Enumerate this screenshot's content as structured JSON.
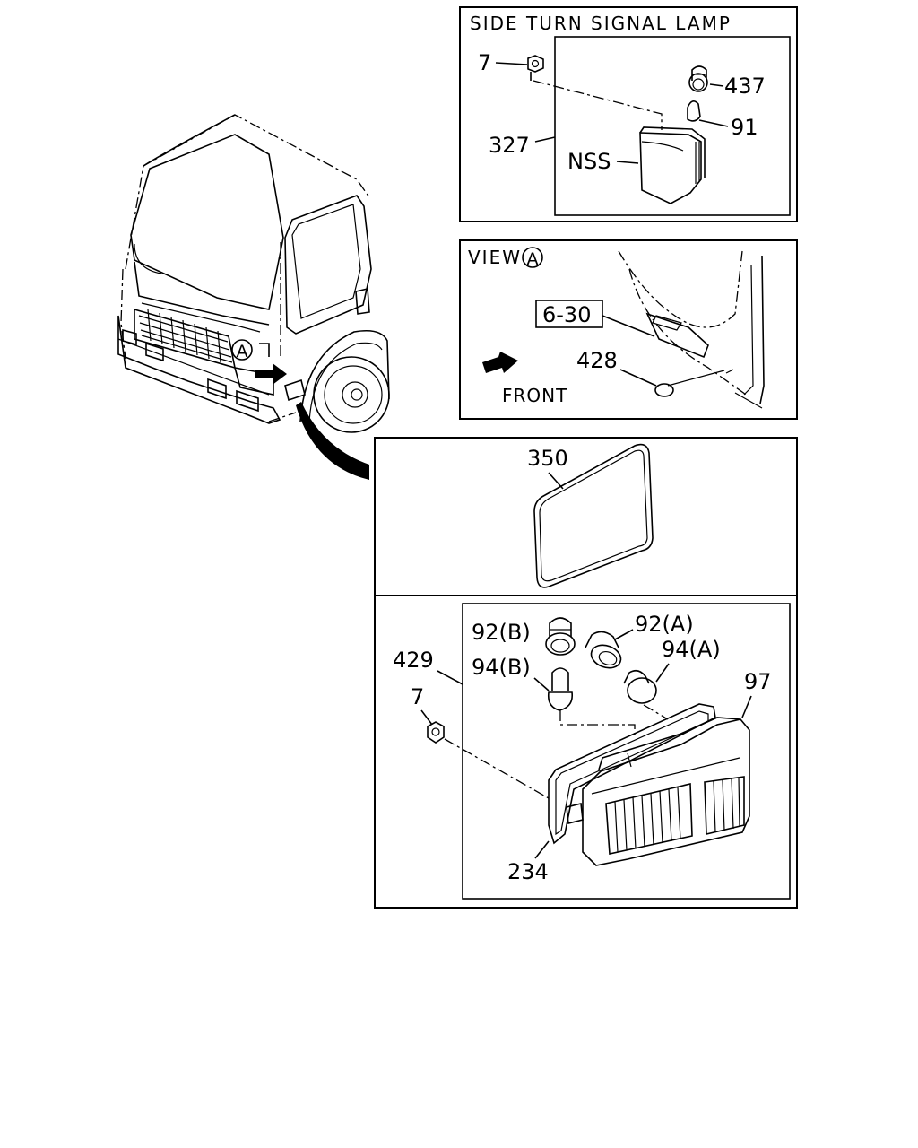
{
  "side_panel": {
    "title": "SIDE TURN SIGNAL LAMP",
    "labels": {
      "nut": "7",
      "bulb": "437",
      "lens_bulb": "91",
      "lamp": "327",
      "nss": "NSS"
    }
  },
  "view_panel": {
    "title": "VIEW",
    "circle_letter": "A",
    "ref": "6-30",
    "grommet": "428",
    "front": "FRONT"
  },
  "truck": {
    "view_marker": "A"
  },
  "lens_panel": {
    "lens": "350"
  },
  "lamp_panel": {
    "labels": {
      "socket_b": "92(B)",
      "socket_a": "92(A)",
      "bulb_a": "94(A)",
      "bulb_b": "94(B)",
      "housing": "97",
      "assembly": "429",
      "nut": "7",
      "gasket": "234"
    }
  }
}
